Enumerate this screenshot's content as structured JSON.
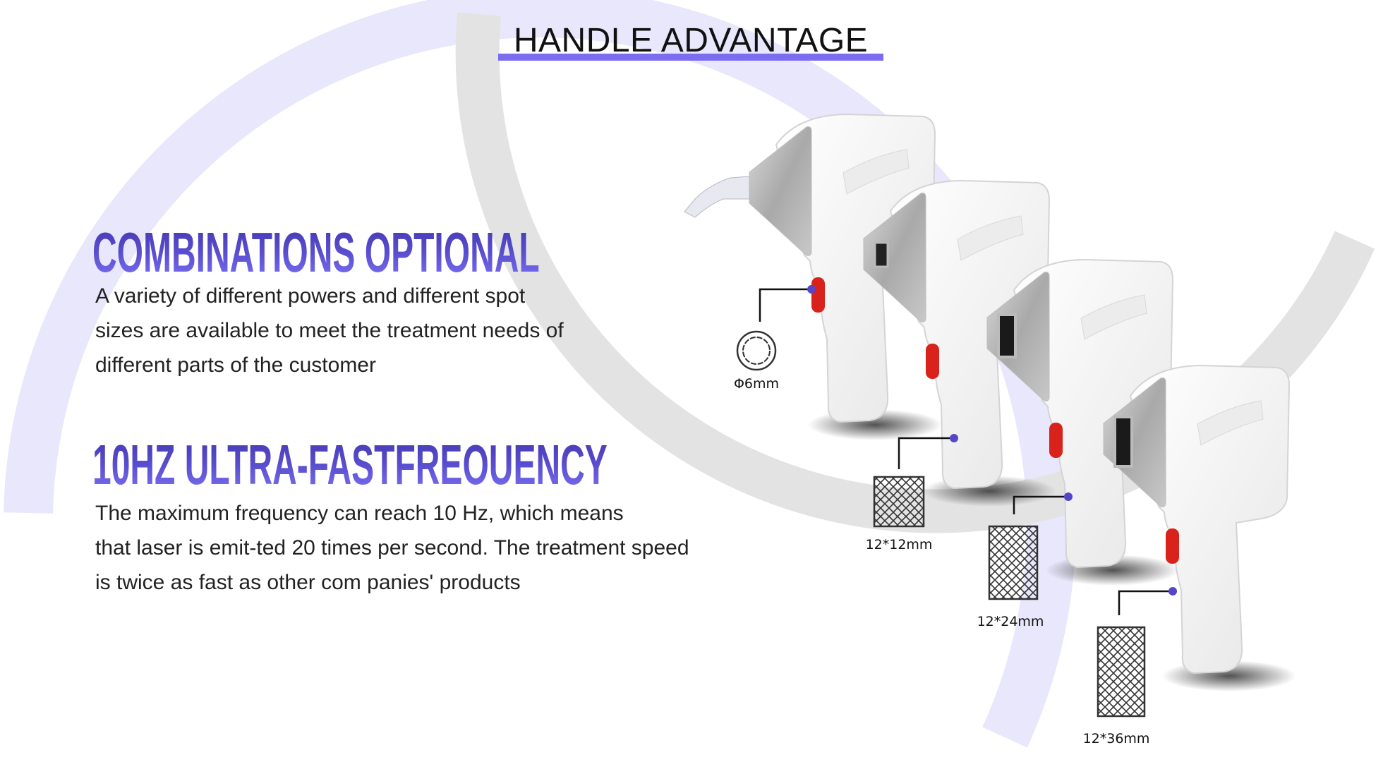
{
  "header": {
    "title": "HANDLE ADVANTAGE"
  },
  "sections": [
    {
      "heading": "COMBINATIONS OPTIONAL",
      "lines": [
        "A variety of different powers and different spot",
        "sizes are available to meet the treatment needs of",
        "different parts of the customer"
      ]
    },
    {
      "heading": "10HZ ULTRA-FASTFREOUENCY",
      "lines": [
        "The maximum frequency can reach 10 Hz, which means",
        "that laser is emit-ted 20 times per second. The treatment speed",
        "is twice as fast as other com panies' products"
      ]
    }
  ],
  "spot_sizes": [
    {
      "label": "Φ6mm",
      "shape": "circle"
    },
    {
      "label": "12*12mm",
      "shape": "square"
    },
    {
      "label": "12*24mm",
      "shape": "rectangle"
    },
    {
      "label": "12*36mm",
      "shape": "rectangle"
    }
  ],
  "colors": {
    "accent": "#7b6cf0",
    "heading_dark": "#4438b0",
    "button_red": "#d9221c",
    "callout_dot": "#5546c8"
  }
}
